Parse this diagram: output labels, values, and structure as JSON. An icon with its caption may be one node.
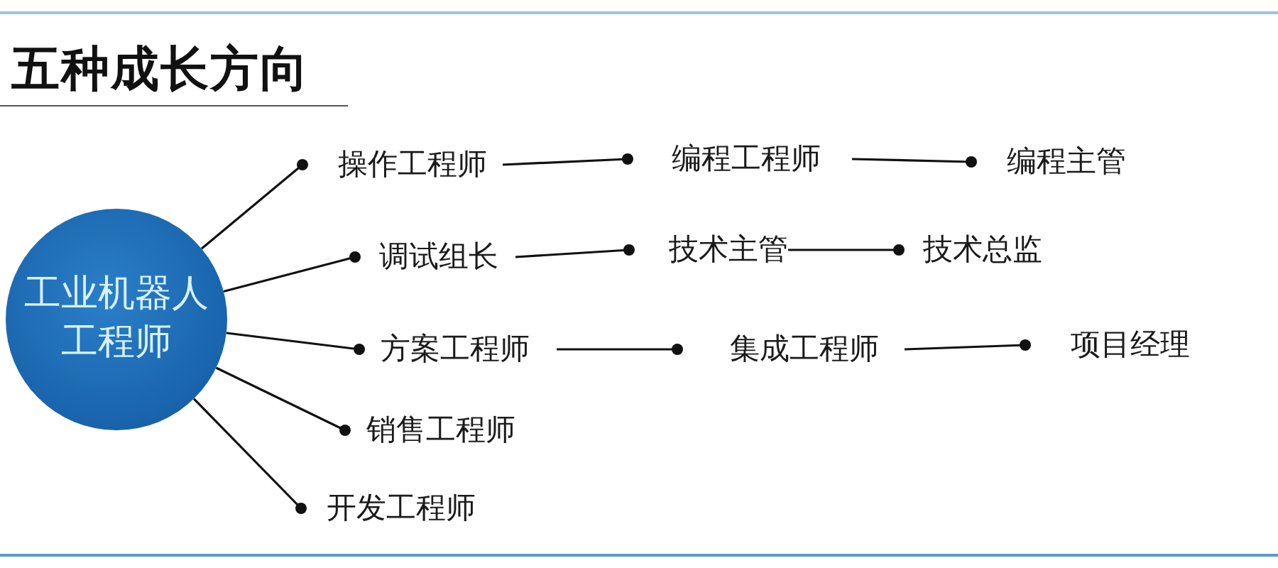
{
  "diagram": {
    "title": "五种成长方向",
    "nodes": [
      {
        "text": [
          "工业机器人工程师"
        ]
      },
      {
        "text": [
          "操作工程师"
        ]
      },
      {
        "text": [
          "编程工程师"
        ]
      },
      {
        "text": [
          "编程主管"
        ]
      },
      {
        "text": [
          "调试组长"
        ]
      },
      {
        "text": [
          "技术主管"
        ]
      },
      {
        "text": [
          "技术总监"
        ]
      },
      {
        "text": [
          "方案工程师"
        ]
      },
      {
        "text": [
          "集成工程师"
        ]
      },
      {
        "text": [
          "项目经理"
        ]
      },
      {
        "text": [
          "销售工程师"
        ]
      },
      {
        "text": [
          "开发工程师"
        ]
      }
    ],
    "edges": [
      {
        "from": 0,
        "to": 1,
        "arrow": "other"
      },
      {
        "from": 1,
        "to": 2,
        "arrow": "other"
      },
      {
        "from": 2,
        "to": 3,
        "arrow": "other"
      },
      {
        "from": 0,
        "to": 4,
        "arrow": "other"
      },
      {
        "from": 4,
        "to": 5,
        "arrow": "other"
      },
      {
        "from": 5,
        "to": 6,
        "arrow": "other"
      },
      {
        "from": 0,
        "to": 7,
        "arrow": "other"
      },
      {
        "from": 7,
        "to": 8,
        "arrow": "other"
      },
      {
        "from": 8,
        "to": 9,
        "arrow": "other"
      },
      {
        "from": 0,
        "to": 10,
        "arrow": "other"
      },
      {
        "from": 0,
        "to": 11,
        "arrow": "other"
      }
    ]
  }
}
